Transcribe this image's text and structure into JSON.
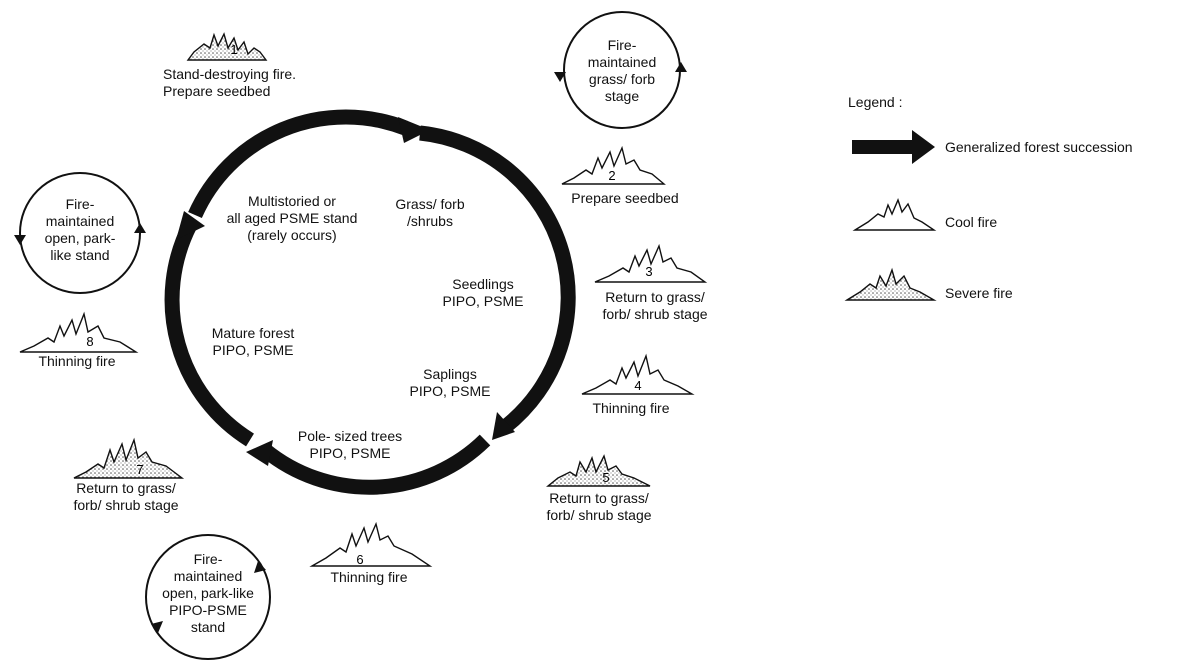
{
  "stages": {
    "grass": [
      "Grass/ forb",
      "/shrubs"
    ],
    "seedlings": [
      "Seedlings",
      "PIPO, PSME"
    ],
    "saplings": [
      "Saplings",
      "PIPO, PSME"
    ],
    "pole": [
      "Pole- sized trees",
      "PIPO, PSME"
    ],
    "mature": [
      "Mature forest",
      "PIPO, PSME"
    ],
    "multistoried": [
      "Multistoried or",
      "all aged PSME stand",
      "(rarely occurs)"
    ]
  },
  "fires": [
    {
      "number": "1",
      "kind": "severe",
      "label": [
        "Stand-destroying fire.",
        "Prepare seedbed"
      ]
    },
    {
      "number": "2",
      "kind": "cool",
      "label": [
        "Prepare seedbed"
      ]
    },
    {
      "number": "3",
      "kind": "cool",
      "label": [
        "Return to grass/",
        "forb/ shrub stage"
      ]
    },
    {
      "number": "4",
      "kind": "cool",
      "label": [
        "Thinning fire"
      ]
    },
    {
      "number": "5",
      "kind": "severe",
      "label": [
        "Return to grass/",
        "forb/ shrub stage"
      ]
    },
    {
      "number": "6",
      "kind": "cool",
      "label": [
        "Thinning fire"
      ]
    },
    {
      "number": "7",
      "kind": "severe",
      "label": [
        "Return to grass/",
        "forb/ shrub stage"
      ]
    },
    {
      "number": "8",
      "kind": "cool",
      "label": [
        "Thinning fire"
      ]
    }
  ],
  "loops": {
    "grass_forb": [
      "Fire-",
      "maintained",
      "grass/ forb",
      "stage"
    ],
    "park_like_left": [
      "Fire-",
      "maintained",
      "open, park-",
      "like stand"
    ],
    "park_like_bottom": [
      "Fire-",
      "maintained",
      "open, park-like",
      "PIPO-PSME",
      "stand"
    ]
  },
  "legend": {
    "title": "Legend :",
    "succession": "Generalized forest succession",
    "cool": "Cool fire",
    "severe": "Severe fire"
  },
  "colors": {
    "ink": "#111111",
    "background": "#ffffff"
  }
}
